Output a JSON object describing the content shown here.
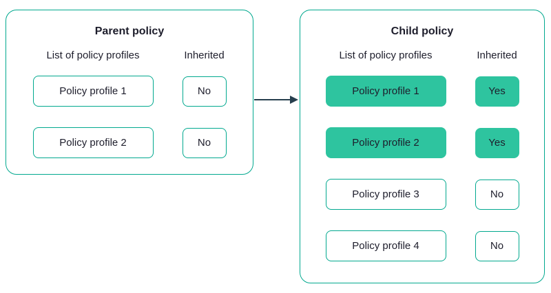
{
  "colors": {
    "border_teal": "#00A88E",
    "fill_green": "#2EC49F",
    "text_dark": "#1D1D2B",
    "arrow_dark": "#263E4D"
  },
  "parent": {
    "title": "Parent policy",
    "profiles_header": "List of policy profiles",
    "inherited_header": "Inherited",
    "rows": [
      {
        "label": "Policy profile 1",
        "inherited": "No",
        "style": "outline"
      },
      {
        "label": "Policy profile 2",
        "inherited": "No",
        "style": "outline"
      }
    ]
  },
  "child": {
    "title": "Child policy",
    "profiles_header": "List of policy profiles",
    "inherited_header": "Inherited",
    "rows": [
      {
        "label": "Policy profile 1",
        "inherited": "Yes",
        "style": "filled"
      },
      {
        "label": "Policy profile 2",
        "inherited": "Yes",
        "style": "filled"
      },
      {
        "label": "Policy profile 3",
        "inherited": "No",
        "style": "outline"
      },
      {
        "label": "Policy profile 4",
        "inherited": "No",
        "style": "outline"
      }
    ]
  }
}
